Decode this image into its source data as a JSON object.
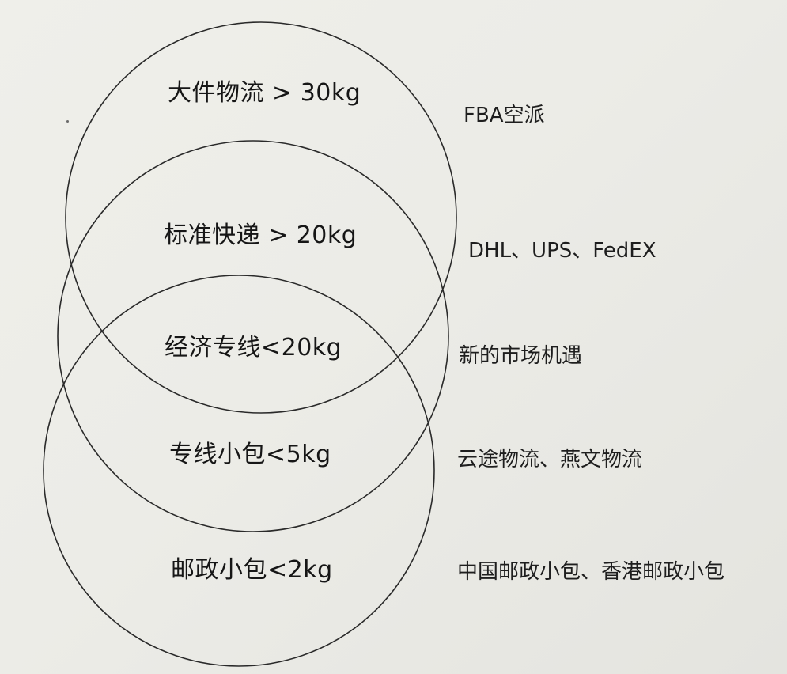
{
  "circles": [
    {
      "id": "top",
      "label": "大件物流 > 30kg"
    },
    {
      "id": "middle",
      "label": "标准快递 > 20kg"
    },
    {
      "id": "bottom",
      "label": "邮政小包<2kg"
    }
  ],
  "tiers": [
    {
      "range_label": "大件物流 > 30kg",
      "examples": "FBA空派"
    },
    {
      "range_label": "标准快递 > 20kg",
      "examples": "DHL、UPS、FedEX"
    },
    {
      "range_label": "经济专线<20kg",
      "examples": "新的市场机遇"
    },
    {
      "range_label": "专线小包<5kg",
      "examples": "云途物流、燕文物流"
    },
    {
      "range_label": "邮政小包<2kg",
      "examples": "中国邮政小包、香港邮政小包"
    }
  ],
  "colors": {
    "stroke": "#2a2a2a",
    "text": "#161616",
    "background": "#ecece7"
  }
}
